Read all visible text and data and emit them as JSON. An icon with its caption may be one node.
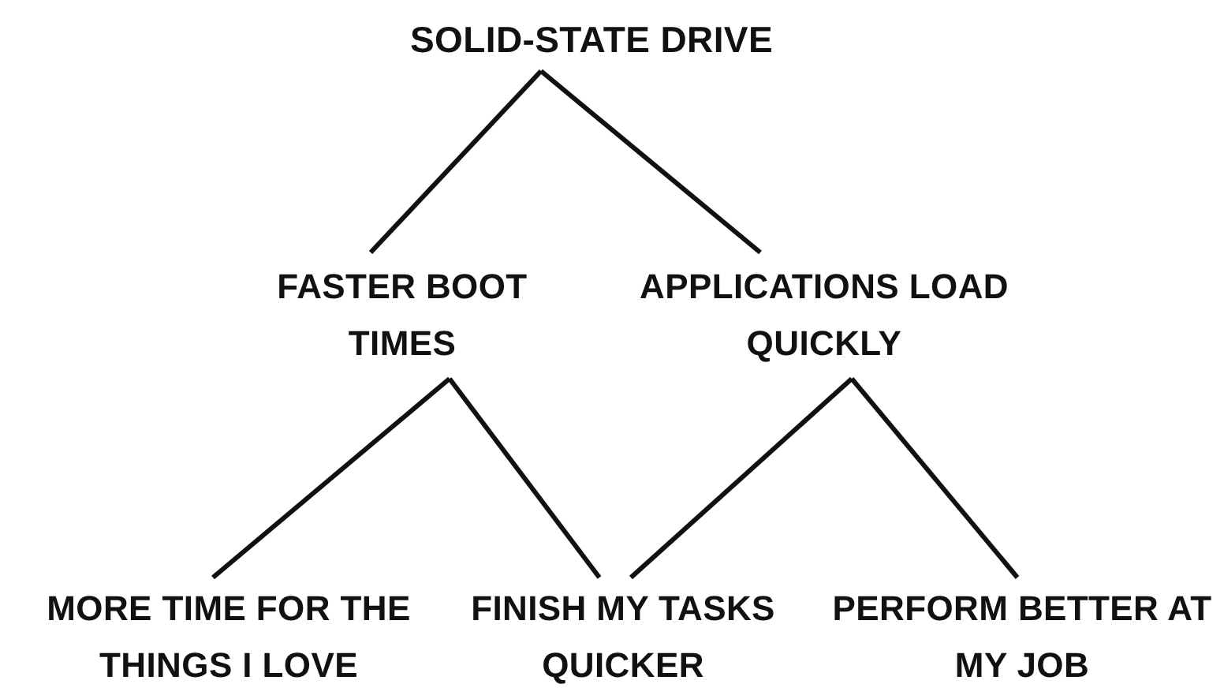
{
  "diagram": {
    "nodes": [
      {
        "text": [
          "SOLID-STATE DRIVE"
        ]
      },
      {
        "text": [
          "FASTER BOOT TIMES"
        ]
      },
      {
        "text": [
          "APPLICATIONS LOAD QUICKLY"
        ]
      },
      {
        "text": [
          "MORE TIME FOR THE THINGS I LOVE"
        ]
      },
      {
        "text": [
          "FINISH MY TASKS QUICKER"
        ]
      },
      {
        "text": [
          "PERFORM BETTER AT MY JOB"
        ]
      }
    ],
    "edges": [
      {
        "from": 0,
        "to": 1,
        "arrow": "none"
      },
      {
        "from": 0,
        "to": 2,
        "arrow": "none"
      },
      {
        "from": 1,
        "to": 3,
        "arrow": "none"
      },
      {
        "from": 1,
        "to": 4,
        "arrow": "none"
      },
      {
        "from": 2,
        "to": 4,
        "arrow": "none"
      },
      {
        "from": 2,
        "to": 5,
        "arrow": "none"
      }
    ]
  }
}
